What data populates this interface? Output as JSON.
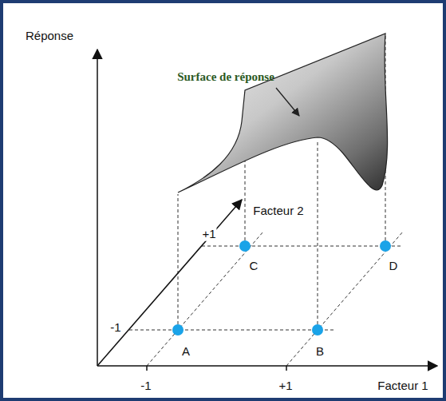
{
  "diagram": {
    "labels": [
      "Réponse",
      "Surface de réponse",
      "Facteur 2",
      "+1",
      "C",
      "D",
      "-1",
      "A",
      "B",
      "-1",
      "+1",
      "Facteur 1"
    ]
  }
}
